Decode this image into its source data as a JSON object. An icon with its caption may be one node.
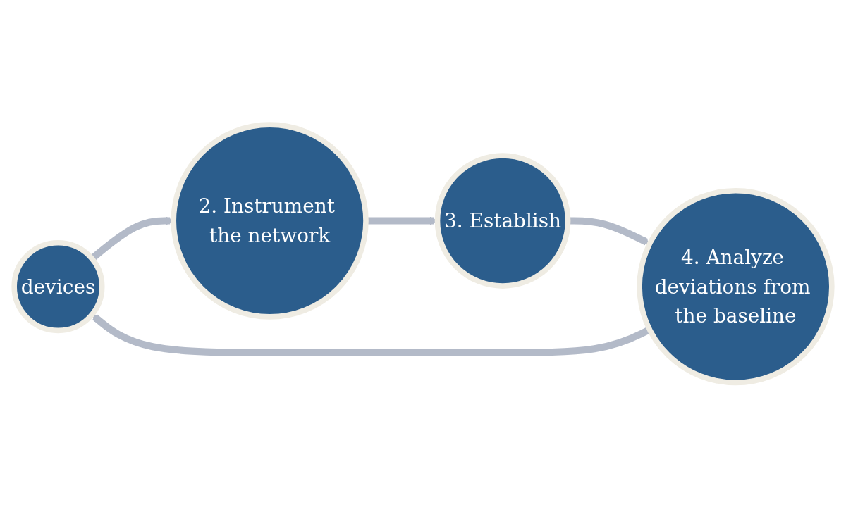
{
  "diagram": {
    "nodes": [
      {
        "text": [
          "devices"
        ]
      },
      {
        "text": [
          "2. Instrument the network"
        ]
      },
      {
        "text": [
          "3. Establish"
        ]
      },
      {
        "text": [
          "4. Analyze deviations from the baseline"
        ]
      }
    ],
    "edges": [
      {
        "from": 0,
        "to": 1,
        "arrow": "to"
      },
      {
        "from": 1,
        "to": 2,
        "arrow": "to"
      },
      {
        "from": 2,
        "to": 3,
        "arrow": "to"
      },
      {
        "from": 3,
        "to": 0,
        "arrow": "to"
      }
    ]
  }
}
